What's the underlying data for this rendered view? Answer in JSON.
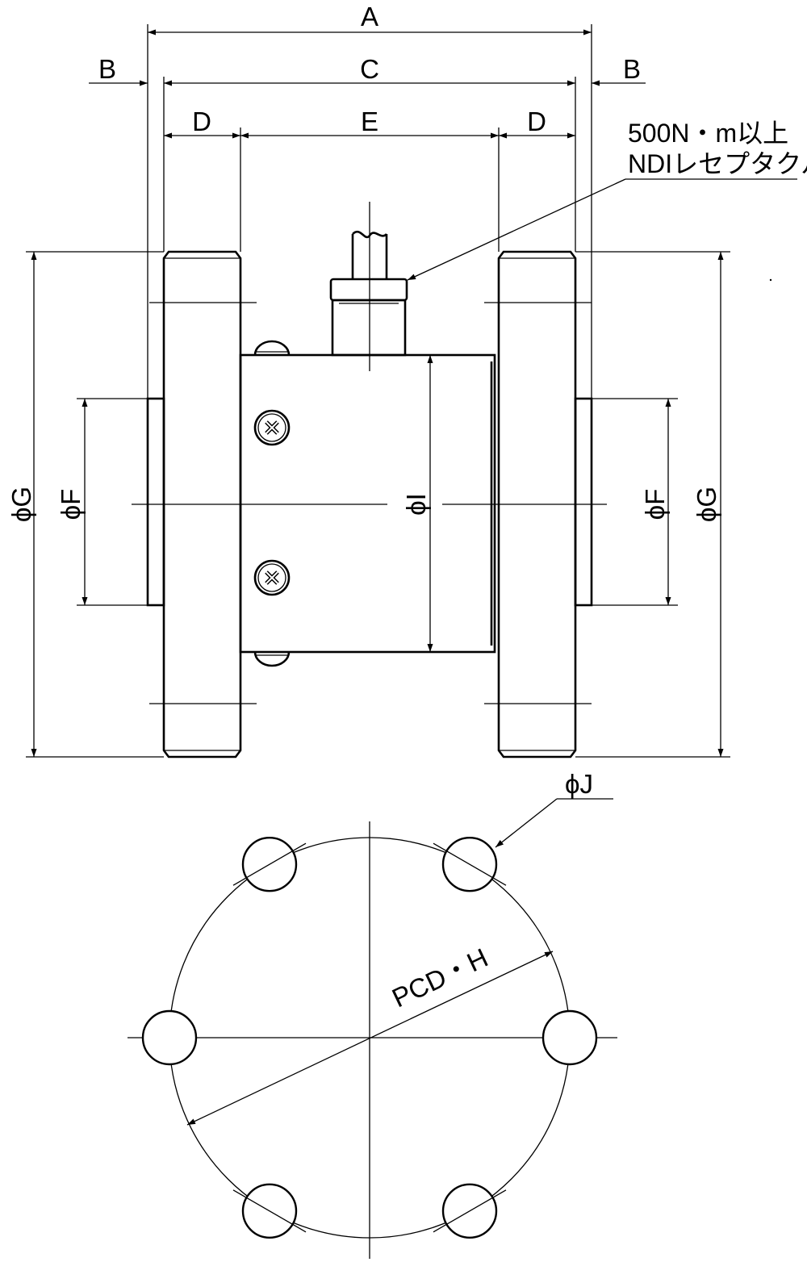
{
  "dimensions": {
    "A": "A",
    "B_left": "B",
    "B_right": "B",
    "C": "C",
    "D_left": "D",
    "D_right": "D",
    "E": "E",
    "F_left": "ϕF",
    "F_right": "ϕF",
    "G_left": "ϕG",
    "G_right": "ϕG",
    "I": "ϕI",
    "J": "ϕJ",
    "PCD": "PCD・H"
  },
  "note": {
    "line1": "500N・m以上",
    "line2": "NDIレセプタクル"
  },
  "bolt_hole_count": 6,
  "colors": {
    "line": "#000000",
    "background": "#ffffff"
  }
}
